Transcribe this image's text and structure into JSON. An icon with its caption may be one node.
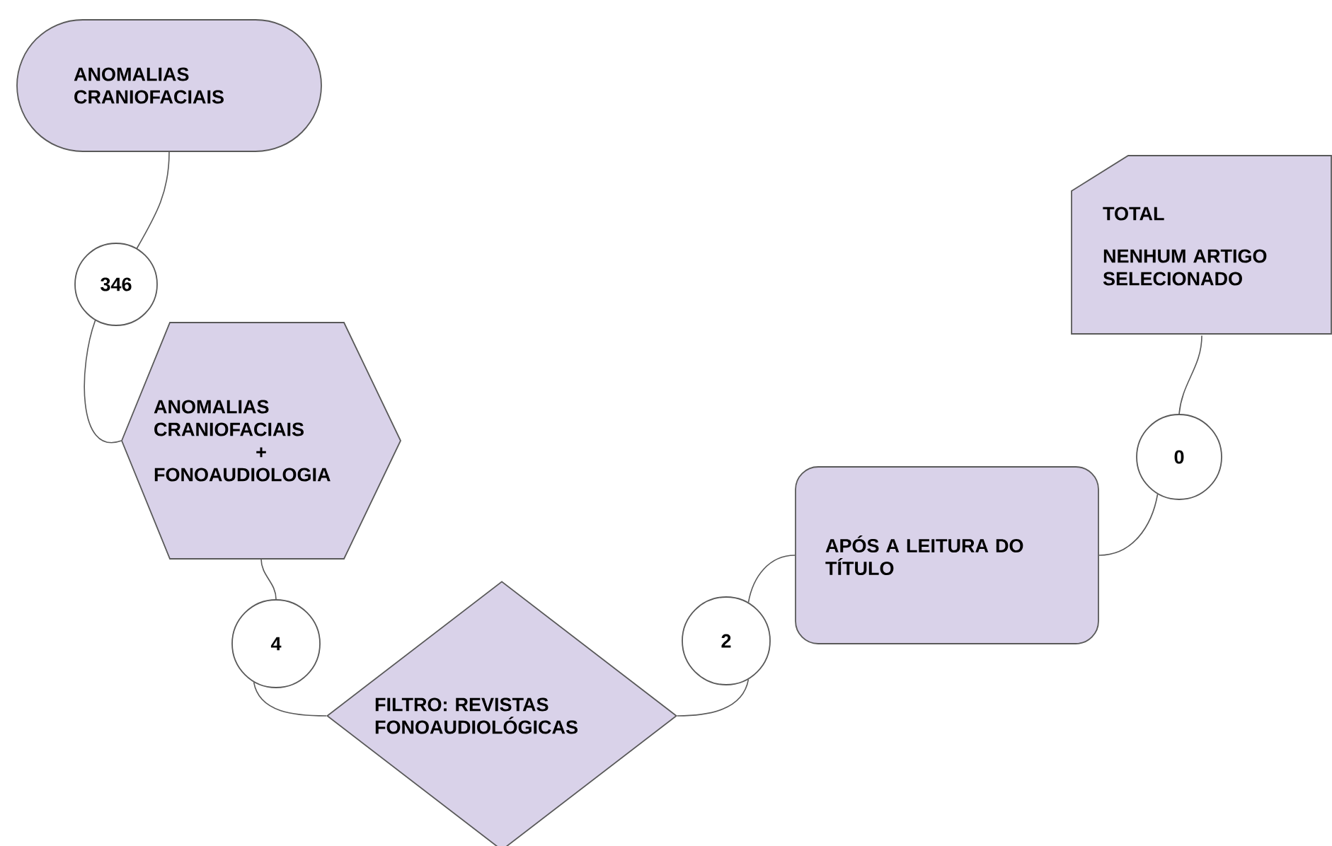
{
  "diagram": {
    "nodes": [
      {
        "text": [
          "ANOMALIAS CRANIOFACIAIS"
        ]
      },
      {
        "text": [
          "346"
        ]
      },
      {
        "text": [
          "ANOMALIAS CRANIOFACIAIS",
          "+",
          "FONOAUDIOLOGIA"
        ]
      },
      {
        "text": [
          "4"
        ]
      },
      {
        "text": [
          "FILTRO: REVISTAS FONOAUDIOLÓGICAS"
        ]
      },
      {
        "text": [
          "2"
        ]
      },
      {
        "text": [
          "APÓS A LEITURA DO TÍTULO"
        ]
      },
      {
        "text": [
          "0"
        ]
      },
      {
        "text": [
          "TOTAL",
          "NENHUM ARTIGO SELECIONADO"
        ]
      }
    ],
    "edges": [
      {
        "from": 0,
        "to": 1,
        "arrow": "none"
      },
      {
        "from": 1,
        "to": 2,
        "arrow": "none"
      },
      {
        "from": 2,
        "to": 3,
        "arrow": "none"
      },
      {
        "from": 3,
        "to": 4,
        "arrow": "none"
      },
      {
        "from": 4,
        "to": 5,
        "arrow": "none"
      },
      {
        "from": 5,
        "to": 6,
        "arrow": "none"
      },
      {
        "from": 6,
        "to": 7,
        "arrow": "none"
      },
      {
        "from": 7,
        "to": 8,
        "arrow": "none"
      }
    ]
  }
}
